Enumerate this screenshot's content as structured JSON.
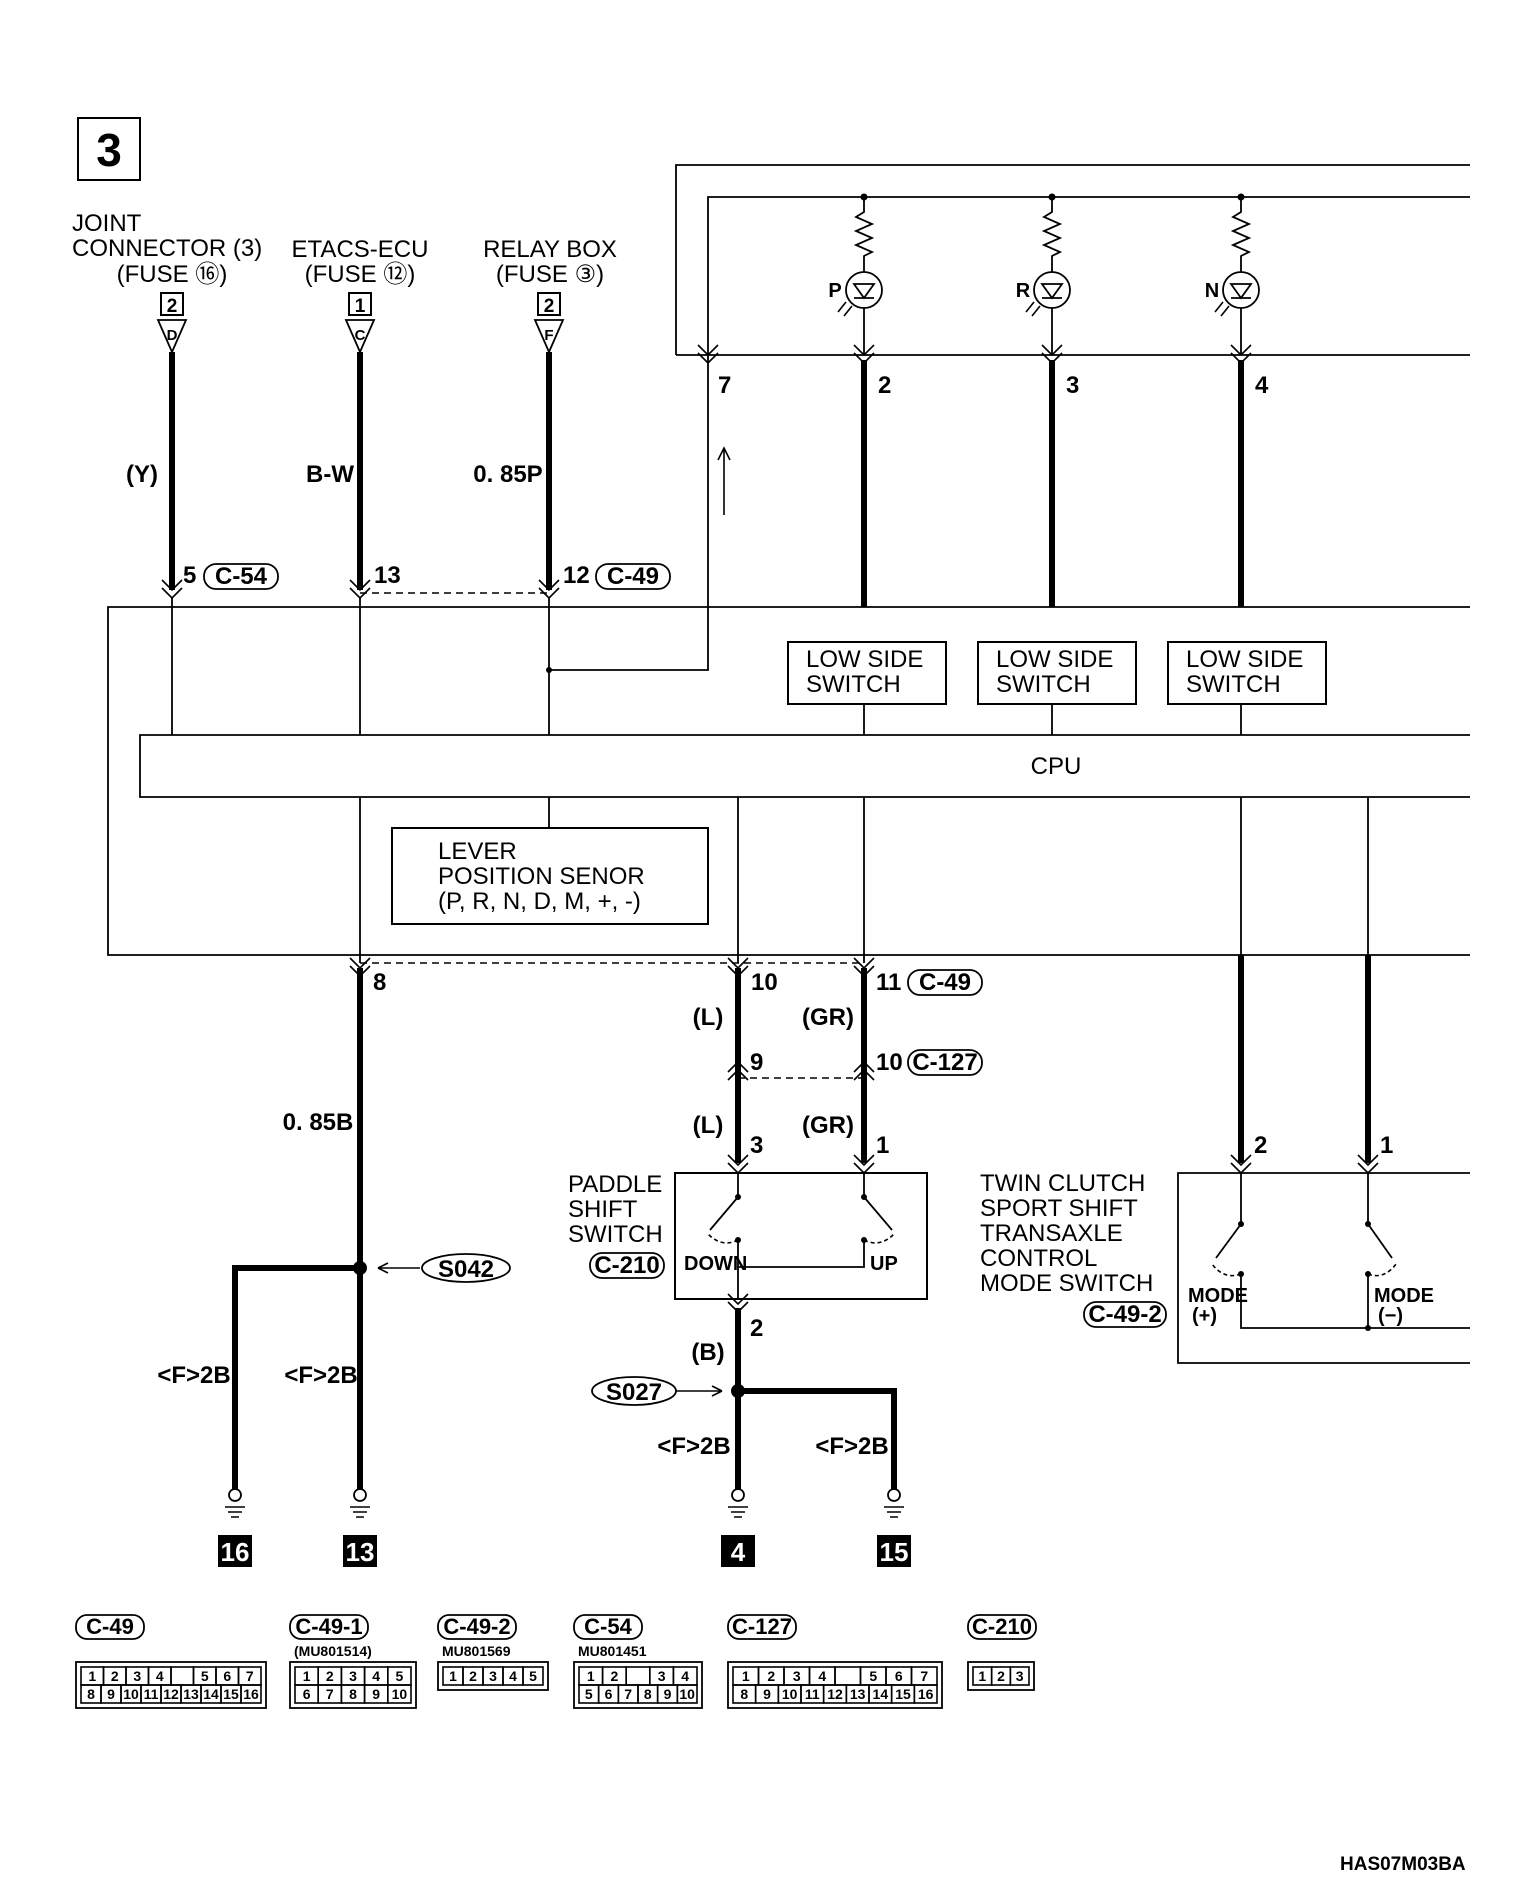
{
  "page_number": "3",
  "sources": [
    {
      "lines": [
        "JOINT",
        "CONNECTOR (3)",
        "(FUSE ⑯)"
      ],
      "pin": "2",
      "terminal": "D",
      "wire": "(Y)",
      "conn_pin": "5",
      "connector": "C-54"
    },
    {
      "lines": [
        "ETACS-ECU",
        "(FUSE ⑫)"
      ],
      "pin": "1",
      "terminal": "C",
      "wire": "B-W",
      "conn_pin": "13",
      "connector": ""
    },
    {
      "lines": [
        "RELAY BOX",
        "(FUSE ③)"
      ],
      "pin": "2",
      "terminal": "F",
      "wire": "0. 85P",
      "conn_pin": "12",
      "connector": "C-49"
    }
  ],
  "indicators": [
    {
      "letter": "P",
      "pin": "2"
    },
    {
      "letter": "R",
      "pin": "3"
    },
    {
      "letter": "N",
      "pin": "4"
    }
  ],
  "feed_pin": "7",
  "low_side_switch": [
    "LOW SIDE",
    "SWITCH"
  ],
  "cpu_label": "CPU",
  "lever_sensor": [
    "LEVER",
    "POSITION SENOR",
    "(P, R, N, D, M, +, -)"
  ],
  "lower_pins": {
    "left": "8",
    "mid": "10",
    "right": "11",
    "right_connector": "C-49"
  },
  "mid_wires": {
    "l1": "(L)",
    "gr1": "(GR)",
    "j_left": "9",
    "j_right": "10",
    "j_connector": "C-127",
    "l2": "(L)",
    "gr2": "(GR)",
    "p_left": "3",
    "p_right": "1"
  },
  "ground_wire_left": "0. 85B",
  "splice_left": "S042",
  "splice_right": "S027",
  "wire_b": "(B)",
  "paddle_pin_bottom": "2",
  "ground_codes": [
    "<F>2B",
    "<F>2B",
    "<F>2B",
    "<F>2B"
  ],
  "ground_numbers": [
    "16",
    "13",
    "4",
    "15"
  ],
  "paddle_switch": {
    "lines": [
      "PADDLE",
      "SHIFT",
      "SWITCH"
    ],
    "connector": "C-210",
    "down": "DOWN",
    "up": "UP"
  },
  "mode_switch": {
    "lines": [
      "TWIN CLUTCH",
      "SPORT SHIFT",
      "TRANSAXLE",
      "CONTROL",
      "MODE SWITCH"
    ],
    "connector": "C-49-2",
    "pin_left": "2",
    "pin_right": "1",
    "mode_label": "MODE",
    "plus": "(+)",
    "minus": "(−)"
  },
  "connectors": [
    {
      "id": "C-49",
      "part": "",
      "pins": [
        "1",
        "2",
        "3",
        "4",
        "",
        "5",
        "6",
        "7",
        "8",
        "9",
        "10",
        "11",
        "12",
        "13",
        "14",
        "15",
        "16"
      ]
    },
    {
      "id": "C-49-1",
      "part": "(MU801514)",
      "pins": [
        "1",
        "2",
        "3",
        "4",
        "5",
        "6",
        "7",
        "8",
        "9",
        "10"
      ]
    },
    {
      "id": "C-49-2",
      "part": "MU801569",
      "pins": [
        "1",
        "2",
        "3",
        "4",
        "5"
      ]
    },
    {
      "id": "C-54",
      "part": "MU801451",
      "pins": [
        "1",
        "2",
        "3",
        "4",
        "5",
        "6",
        "7",
        "8",
        "9",
        "10"
      ]
    },
    {
      "id": "C-127",
      "part": "",
      "pins": [
        "1",
        "2",
        "3",
        "4",
        "5",
        "6",
        "7",
        "8",
        "9",
        "10",
        "11",
        "12",
        "13",
        "14",
        "15",
        "16"
      ]
    },
    {
      "id": "C-210",
      "part": "",
      "pins": [
        "1",
        "2",
        "3"
      ]
    }
  ],
  "footer_code": "HAS07M03BA"
}
